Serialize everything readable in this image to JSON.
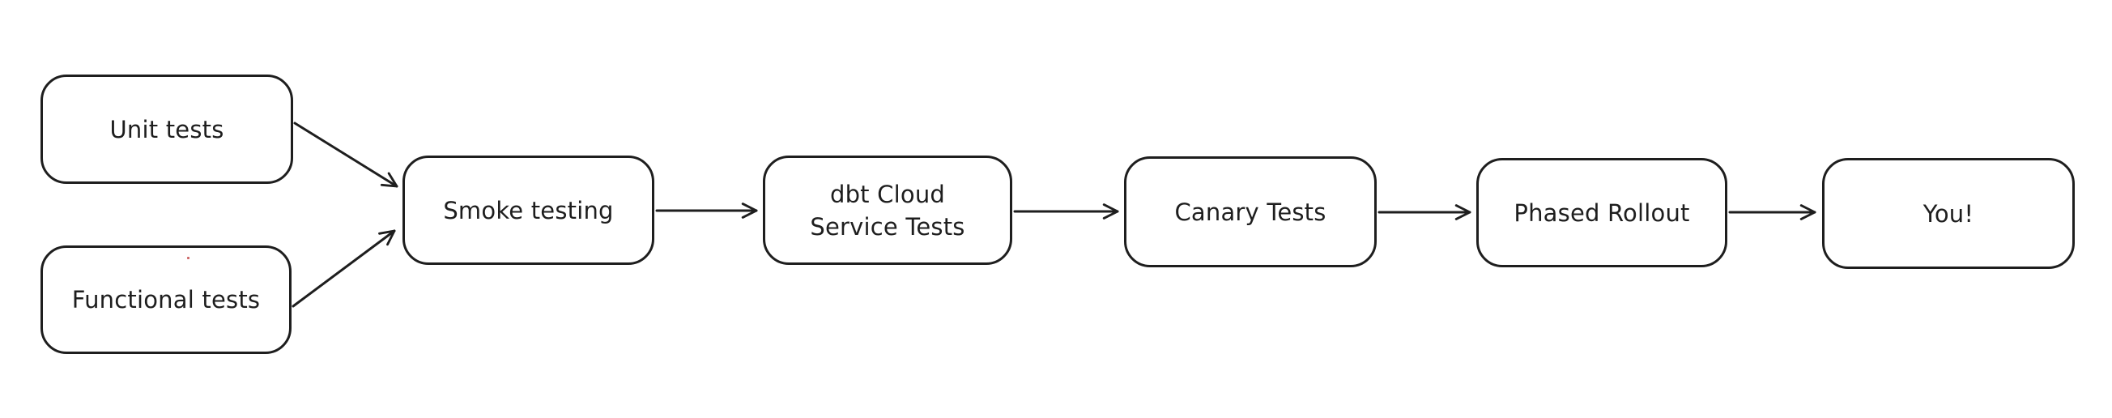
{
  "diagram": {
    "type": "flowchart",
    "background_color": "#ffffff",
    "stroke_color": "#1e1e1e",
    "node_fill_color": "#ffffff",
    "font_color": "#1e1e1e",
    "artifact_dot_color": "#cc6666",
    "nodes": [
      {
        "id": "unit-tests",
        "label": "Unit tests"
      },
      {
        "id": "functional-tests",
        "label": "Functional tests"
      },
      {
        "id": "smoke-testing",
        "label": "Smoke testing"
      },
      {
        "id": "dbt-cloud-service-tests",
        "label": "dbt Cloud Service Tests",
        "label_lines": [
          "dbt Cloud",
          "Service Tests"
        ]
      },
      {
        "id": "canary-tests",
        "label": "Canary Tests"
      },
      {
        "id": "phased-rollout",
        "label": "Phased Rollout"
      },
      {
        "id": "you",
        "label": "You!"
      }
    ],
    "edges": [
      {
        "from": "unit-tests",
        "to": "smoke-testing"
      },
      {
        "from": "functional-tests",
        "to": "smoke-testing"
      },
      {
        "from": "smoke-testing",
        "to": "dbt-cloud-service-tests"
      },
      {
        "from": "dbt-cloud-service-tests",
        "to": "canary-tests"
      },
      {
        "from": "canary-tests",
        "to": "phased-rollout"
      },
      {
        "from": "phased-rollout",
        "to": "you"
      }
    ]
  }
}
